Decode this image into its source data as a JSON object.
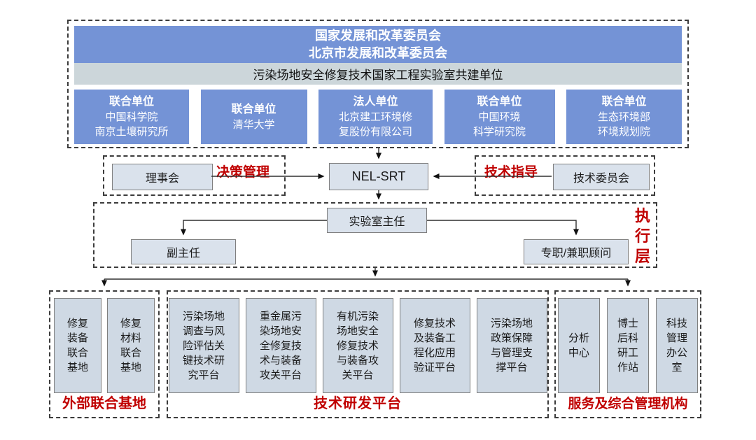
{
  "colors": {
    "blue": "#7493d6",
    "bar": "#ccd6da",
    "node_fill": "#dae2ec",
    "tall_fill": "#cfd9e4",
    "red": "#c00000"
  },
  "top": {
    "header": "国家发展和改革委员会\n北京市发展和改革委员会",
    "subtitle": "污染场地安全修复技术国家工程实验室共建单位",
    "units": [
      {
        "role": "联合单位",
        "name": "中国科学院\n南京土壤研究所"
      },
      {
        "role": "联合单位",
        "name": "清华大学"
      },
      {
        "role": "法人单位",
        "name": "北京建工环境修\n复股份有限公司"
      },
      {
        "role": "联合单位",
        "name": "中国环境\n科学研究院"
      },
      {
        "role": "联合单位",
        "name": "生态环境部\n环境规划院"
      }
    ]
  },
  "middle": {
    "council": "理事会",
    "decision_label": "决策管理",
    "center": "NEL-SRT",
    "guidance_label": "技术指导",
    "committee": "技术委员会"
  },
  "executive": {
    "director": "实验室主任",
    "deputy": "副主任",
    "advisors": "专职/兼职顾问",
    "layer_label": "执\n行\n层"
  },
  "bottom": {
    "external_bases": {
      "label": "外部联合基地",
      "items": [
        "修复\n装备\n联合\n基地",
        "修复\n材料\n联合\n基地"
      ]
    },
    "platforms": {
      "label": "技术研发平台",
      "items": [
        "污染场地\n调查与风\n险评估关\n键技术研\n究平台",
        "重金属污\n染场地安\n全修复技\n术与装备\n攻关平台",
        "有机污染\n场地安全\n修复技术\n与装备攻\n关平台",
        "修复技术\n及装备工\n程化应用\n验证平台",
        "污染场地\n政策保障\n与管理支\n撑平台"
      ]
    },
    "services": {
      "label": "服务及综合管理机构",
      "items": [
        "分析\n中心",
        "博士\n后科\n研工\n作站",
        "科技\n管理\n办公\n室"
      ]
    }
  }
}
